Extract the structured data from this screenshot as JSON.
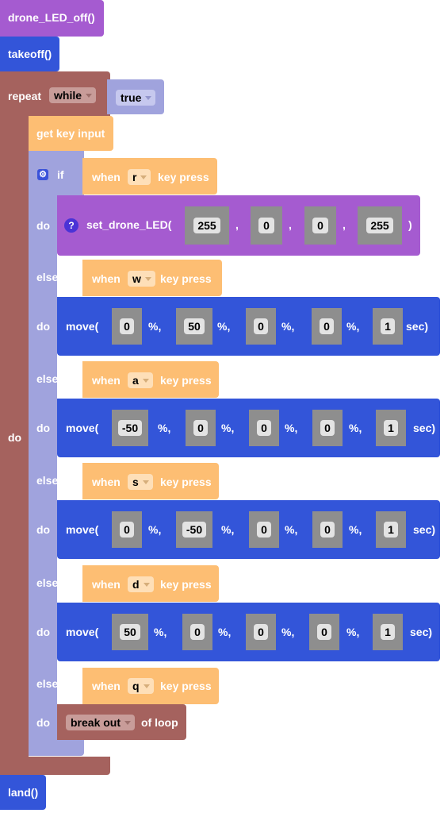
{
  "blocks": {
    "led_off": "drone_LED_off()",
    "takeoff": "takeoff()",
    "repeat": {
      "label": "repeat",
      "mode": "while",
      "condition": "true",
      "do_label": "do"
    },
    "get_key_input": "get key input",
    "if_label": "if",
    "do_label": "do",
    "elseif_label": "else if",
    "when_label": "when",
    "key_press_label": "key press",
    "keys": [
      "r",
      "w",
      "a",
      "s",
      "d",
      "q"
    ],
    "set_led": {
      "label": "set_drone_LED(",
      "args": [
        "255",
        "0",
        "0",
        "255"
      ],
      "sep": ",",
      "close": ")"
    },
    "move": {
      "label": "move(",
      "pct": "%,",
      "sec": "sec)",
      "rows": [
        [
          "0",
          "50",
          "0",
          "0",
          "1"
        ],
        [
          "-50",
          "0",
          "0",
          "0",
          "1"
        ],
        [
          "0",
          "-50",
          "0",
          "0",
          "1"
        ],
        [
          "50",
          "0",
          "0",
          "0",
          "1"
        ]
      ]
    },
    "break": {
      "mode": "break out",
      "suffix": "of loop"
    },
    "land": "land()"
  },
  "colors": {
    "led": "#a55bd0",
    "motion": "#3355d9",
    "loop": "#a5625e",
    "sensor": "#fdbe73",
    "logic": "#a0a3dd",
    "number": "#8e8e8e"
  }
}
